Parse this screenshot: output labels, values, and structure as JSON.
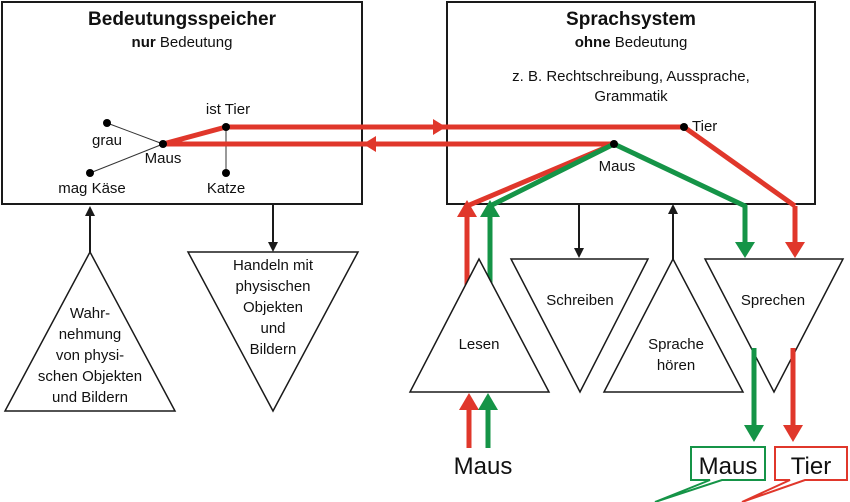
{
  "meaning_store": {
    "title": "Bedeutungsspeicher",
    "subtitle_bold": "nur",
    "subtitle_rest": "Bedeutung",
    "nodes": {
      "grau": "grau",
      "maus": "Maus",
      "mag_kaese": "mag Käse",
      "ist_tier": "ist Tier",
      "katze": "Katze"
    }
  },
  "language_system": {
    "title": "Sprachsystem",
    "subtitle_bold": "ohne",
    "subtitle_rest": "Bedeutung",
    "example_line1": "z. B. Rechtschreibung, Aussprache,",
    "example_line2": "Grammatik",
    "nodes": {
      "tier": "Tier",
      "maus": "Maus"
    }
  },
  "processes": {
    "perception": [
      "Wahr-",
      "nehmung",
      "von physi-",
      "schen Objekten",
      "und Bildern"
    ],
    "acting": [
      "Handeln mit",
      "physischen",
      "Objekten",
      "und",
      "Bildern"
    ],
    "reading": "Lesen",
    "writing": "Schreiben",
    "hearing": [
      "Sprache",
      "hören"
    ],
    "speaking": "Sprechen"
  },
  "io": {
    "input_word": "Maus",
    "output_word_green": "Maus",
    "output_word_red": "Tier"
  },
  "colors": {
    "red_path": "#e0372b",
    "green_path": "#159447"
  }
}
